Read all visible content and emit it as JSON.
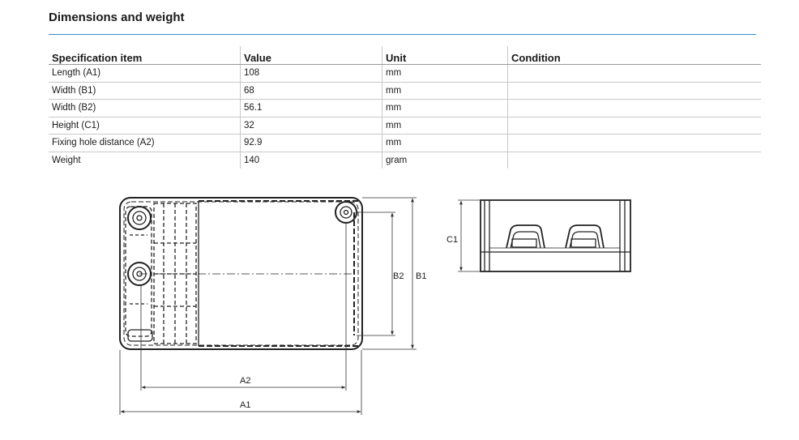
{
  "section": {
    "title": "Dimensions and weight"
  },
  "table": {
    "headers": [
      "Specification item",
      "Value",
      "Unit",
      "Condition"
    ],
    "rows": [
      [
        "Length (A1)",
        "108",
        "mm",
        ""
      ],
      [
        "Width (B1)",
        "68",
        "mm",
        ""
      ],
      [
        "Width (B2)",
        "56.1",
        "mm",
        ""
      ],
      [
        "Height (C1)",
        "32",
        "mm",
        ""
      ],
      [
        "Fixing hole distance (A2)",
        "92.9",
        "mm",
        ""
      ],
      [
        "Weight",
        "140",
        "gram",
        ""
      ]
    ]
  },
  "drawing": {
    "labels": {
      "a1": "A1",
      "a2": "A2",
      "b1": "B1",
      "b2": "B2",
      "c1": "C1"
    }
  }
}
